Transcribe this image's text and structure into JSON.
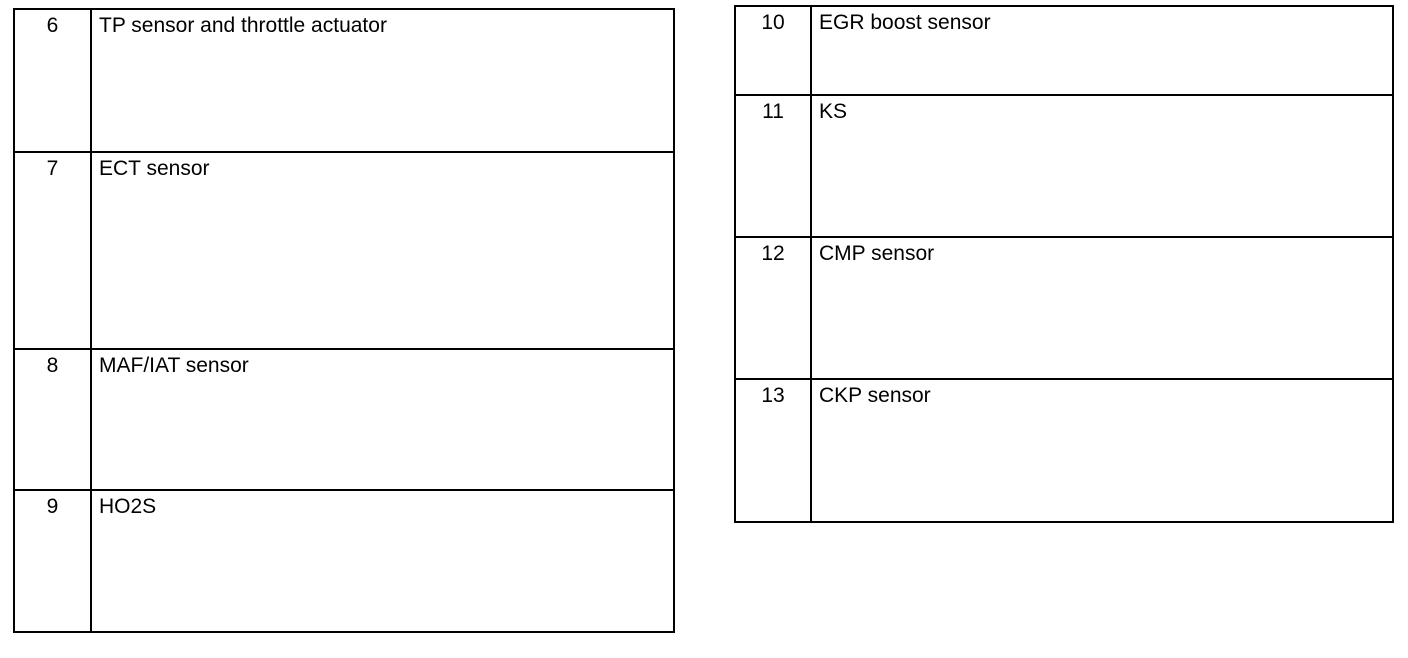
{
  "left_table": {
    "rows": [
      {
        "number": "6",
        "label": "TP sensor and throttle actuator"
      },
      {
        "number": "7",
        "label": "ECT sensor"
      },
      {
        "number": "8",
        "label": "MAF/IAT sensor"
      },
      {
        "number": "9",
        "label": "HO2S"
      }
    ]
  },
  "right_table": {
    "rows": [
      {
        "number": "10",
        "label": "EGR boost sensor"
      },
      {
        "number": "11",
        "label": "KS"
      },
      {
        "number": "12",
        "label": "CMP sensor"
      },
      {
        "number": "13",
        "label": "CKP sensor"
      }
    ]
  }
}
